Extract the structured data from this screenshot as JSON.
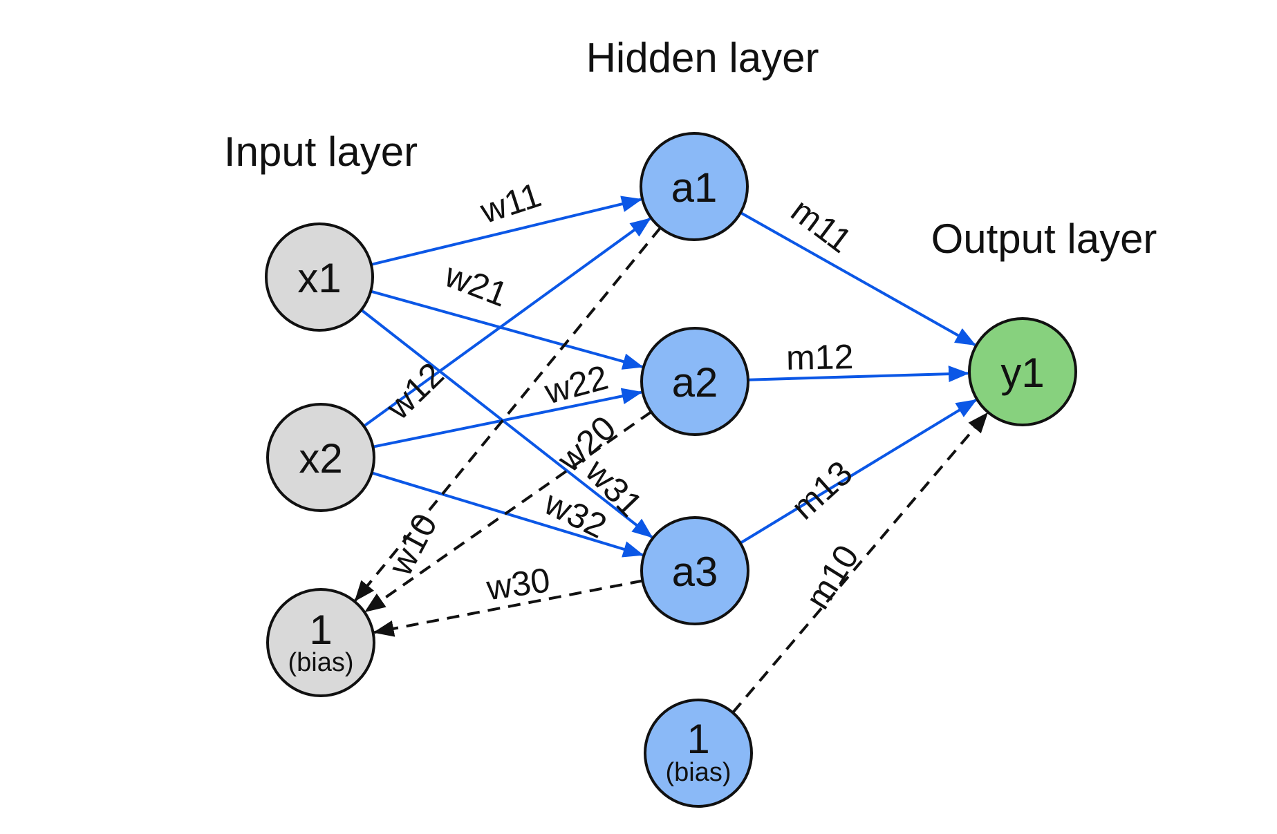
{
  "titles": {
    "hidden": "Hidden layer",
    "input": "Input layer",
    "output": "Output layer"
  },
  "colors": {
    "input_node": "#d9d9d9",
    "hidden_node": "#8ab9f7",
    "output_node": "#87d17e",
    "solid_edge": "#0b57e6",
    "dashed_edge": "#111111"
  },
  "nodes": {
    "x1": {
      "main": "x1",
      "layer": "input"
    },
    "x2": {
      "main": "x2",
      "layer": "input"
    },
    "b1": {
      "main": "1",
      "sub": "(bias)",
      "layer": "input"
    },
    "a1": {
      "main": "a1",
      "layer": "hidden"
    },
    "a2": {
      "main": "a2",
      "layer": "hidden"
    },
    "a3": {
      "main": "a3",
      "layer": "hidden"
    },
    "b2": {
      "main": "1",
      "sub": "(bias)",
      "layer": "hidden"
    },
    "y1": {
      "main": "y1",
      "layer": "output"
    }
  },
  "edges": {
    "w11": {
      "label": "w11",
      "from": "x1",
      "to": "a1",
      "style": "solid"
    },
    "w21": {
      "label": "w21",
      "from": "x1",
      "to": "a2",
      "style": "solid"
    },
    "w31": {
      "label": "w31",
      "from": "x1",
      "to": "a3",
      "style": "solid"
    },
    "w12": {
      "label": "w12",
      "from": "x2",
      "to": "a1",
      "style": "solid"
    },
    "w22": {
      "label": "w22",
      "from": "x2",
      "to": "a2",
      "style": "solid"
    },
    "w32": {
      "label": "w32",
      "from": "x2",
      "to": "a3",
      "style": "solid"
    },
    "w10": {
      "label": "w10",
      "from": "a1",
      "to": "b1",
      "style": "dashed"
    },
    "w20": {
      "label": "w20",
      "from": "a2",
      "to": "b1",
      "style": "dashed"
    },
    "w30": {
      "label": "w30",
      "from": "a3",
      "to": "b1",
      "style": "dashed"
    },
    "m11": {
      "label": "m11",
      "from": "a1",
      "to": "y1",
      "style": "solid"
    },
    "m12": {
      "label": "m12",
      "from": "a2",
      "to": "y1",
      "style": "solid"
    },
    "m13": {
      "label": "m13",
      "from": "a3",
      "to": "y1",
      "style": "solid"
    },
    "m10": {
      "label": "m10",
      "from": "b2",
      "to": "y1",
      "style": "dashed"
    }
  }
}
